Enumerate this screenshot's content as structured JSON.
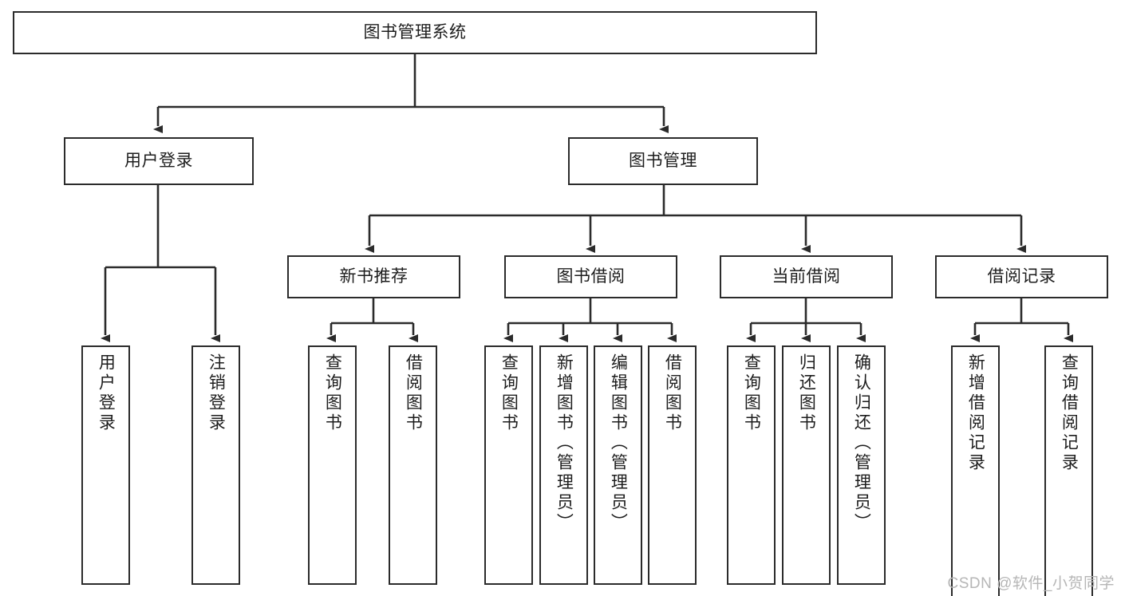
{
  "diagram": {
    "type": "tree-hierarchy",
    "title": "图书管理系统",
    "watermark": "CSDN @软件_小贺同学",
    "colors": {
      "stroke": "#2b2b2b",
      "fill": "#ffffff",
      "text": "#1d1d1d",
      "watermark": "#b6b6b6"
    },
    "nodes": {
      "root": {
        "label": "图书管理系统"
      },
      "level2": [
        {
          "id": "user-login",
          "label": "用户登录"
        },
        {
          "id": "book-manage",
          "label": "图书管理"
        }
      ],
      "level3": [
        {
          "id": "new-book-recommend",
          "label": "新书推荐"
        },
        {
          "id": "book-borrow",
          "label": "图书借阅"
        },
        {
          "id": "current-borrow",
          "label": "当前借阅"
        },
        {
          "id": "borrow-record",
          "label": "借阅记录"
        }
      ],
      "leaves": [
        {
          "id": "leaf-user-login",
          "label": "用户登录",
          "parent": "user-login"
        },
        {
          "id": "leaf-logout-login",
          "label": "注销登录",
          "parent": "user-login"
        },
        {
          "id": "leaf-query-book-1",
          "label": "查询图书",
          "parent": "new-book-recommend"
        },
        {
          "id": "leaf-borrow-book-1",
          "label": "借阅图书",
          "parent": "new-book-recommend"
        },
        {
          "id": "leaf-query-book-2",
          "label": "查询图书",
          "parent": "book-borrow"
        },
        {
          "id": "leaf-add-book",
          "label": "新增图书（管理员）",
          "parent": "book-borrow"
        },
        {
          "id": "leaf-edit-book",
          "label": "编辑图书（管理员）",
          "parent": "book-borrow"
        },
        {
          "id": "leaf-borrow-book-2",
          "label": "借阅图书",
          "parent": "book-borrow"
        },
        {
          "id": "leaf-query-book-3",
          "label": "查询图书",
          "parent": "current-borrow"
        },
        {
          "id": "leaf-return-book",
          "label": "归还图书",
          "parent": "current-borrow"
        },
        {
          "id": "leaf-confirm-return",
          "label": "确认归还（管理员）",
          "parent": "current-borrow"
        },
        {
          "id": "leaf-add-record",
          "label": "新增借阅记录",
          "parent": "borrow-record"
        },
        {
          "id": "leaf-query-record",
          "label": "查询借阅记录",
          "parent": "borrow-record"
        }
      ]
    }
  }
}
